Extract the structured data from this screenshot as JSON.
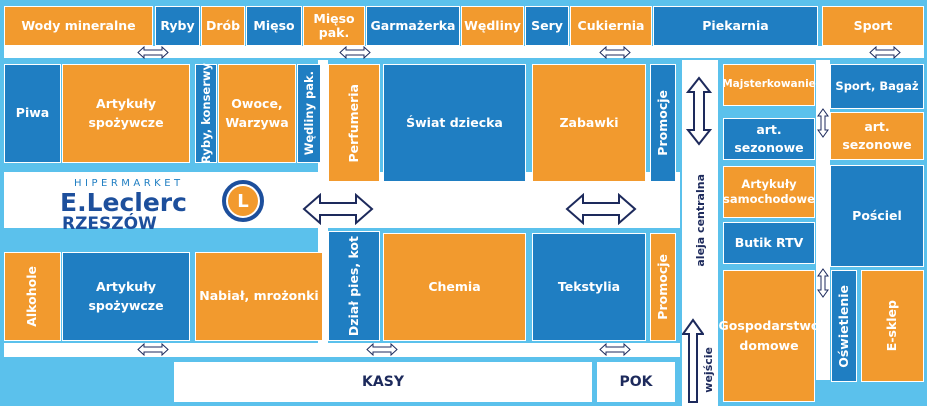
{
  "top_row": {
    "wody": "Wody mineralne",
    "ryby": "Ryby",
    "drob": "Drób",
    "mieso": "Mięso",
    "mieso_pak": "Mięso\npak.",
    "garmazerka": "Garmażerka",
    "wedliny": "Wędliny",
    "sery": "Sery",
    "cukiernia": "Cukiernia",
    "piekarnia": "Piekarnia",
    "sport": "Sport"
  },
  "upper_left": {
    "piwa": "Piwa",
    "artykuly_spozywcze": "Artykuły\nspożywcze",
    "ryby_konserwy": "Ryby, konserwy",
    "owoce_warzywa": "Owoce,\nWarzywa",
    "wedliny_pak": "Wędliny pak."
  },
  "upper_middle": {
    "perfumeria": "Perfumeria",
    "swiat_dziecka": "Świat dziecka",
    "zabawki": "Zabawki",
    "promocje": "Promocje"
  },
  "logo": {
    "hipermarket": "HIPERMARKET",
    "brand": "E.Leclerc",
    "city": "RZESZÓW",
    "mark": "L"
  },
  "lower_left": {
    "alkohole": "Alkohole",
    "artykuly_spozywcze": "Artykuły\nspożywcze",
    "nabial": "Nabiał, mrożonki"
  },
  "lower_middle": {
    "dzial_pies_kot": "Dział pies, kot",
    "chemia": "Chemia",
    "tekstylia": "Tekstylia",
    "promocje": "Promocje"
  },
  "aisle": {
    "aleja": "aleja centralna",
    "wejscie": "wejście"
  },
  "right_column": {
    "majsterkowanie": "Majsterkowanie",
    "art_sezonowe_1": "art. sezonowe",
    "artykuly_samochodowe": "Artykuły\nsamochodowe",
    "butik_rtv": "Butik RTV",
    "gospodarstwo": "Gospodarstwo\ndomowe"
  },
  "far_right": {
    "sport_bagaz": "Sport, Bagaż",
    "art_sezonowe_2": "art. sezonowe",
    "posciel": "Pościel",
    "oswietlenie": "Oświetlenie",
    "e_sklep": "E-sklep"
  },
  "bottom": {
    "kasy": "KASY",
    "pok": "POK"
  },
  "colors": {
    "orange": "#f29a2e",
    "blue": "#1f7ec2",
    "background": "#5bc1ec",
    "navy": "#1d2a5c"
  },
  "icons": [
    "double-arrow-icon",
    "leclerc-logo-icon"
  ]
}
